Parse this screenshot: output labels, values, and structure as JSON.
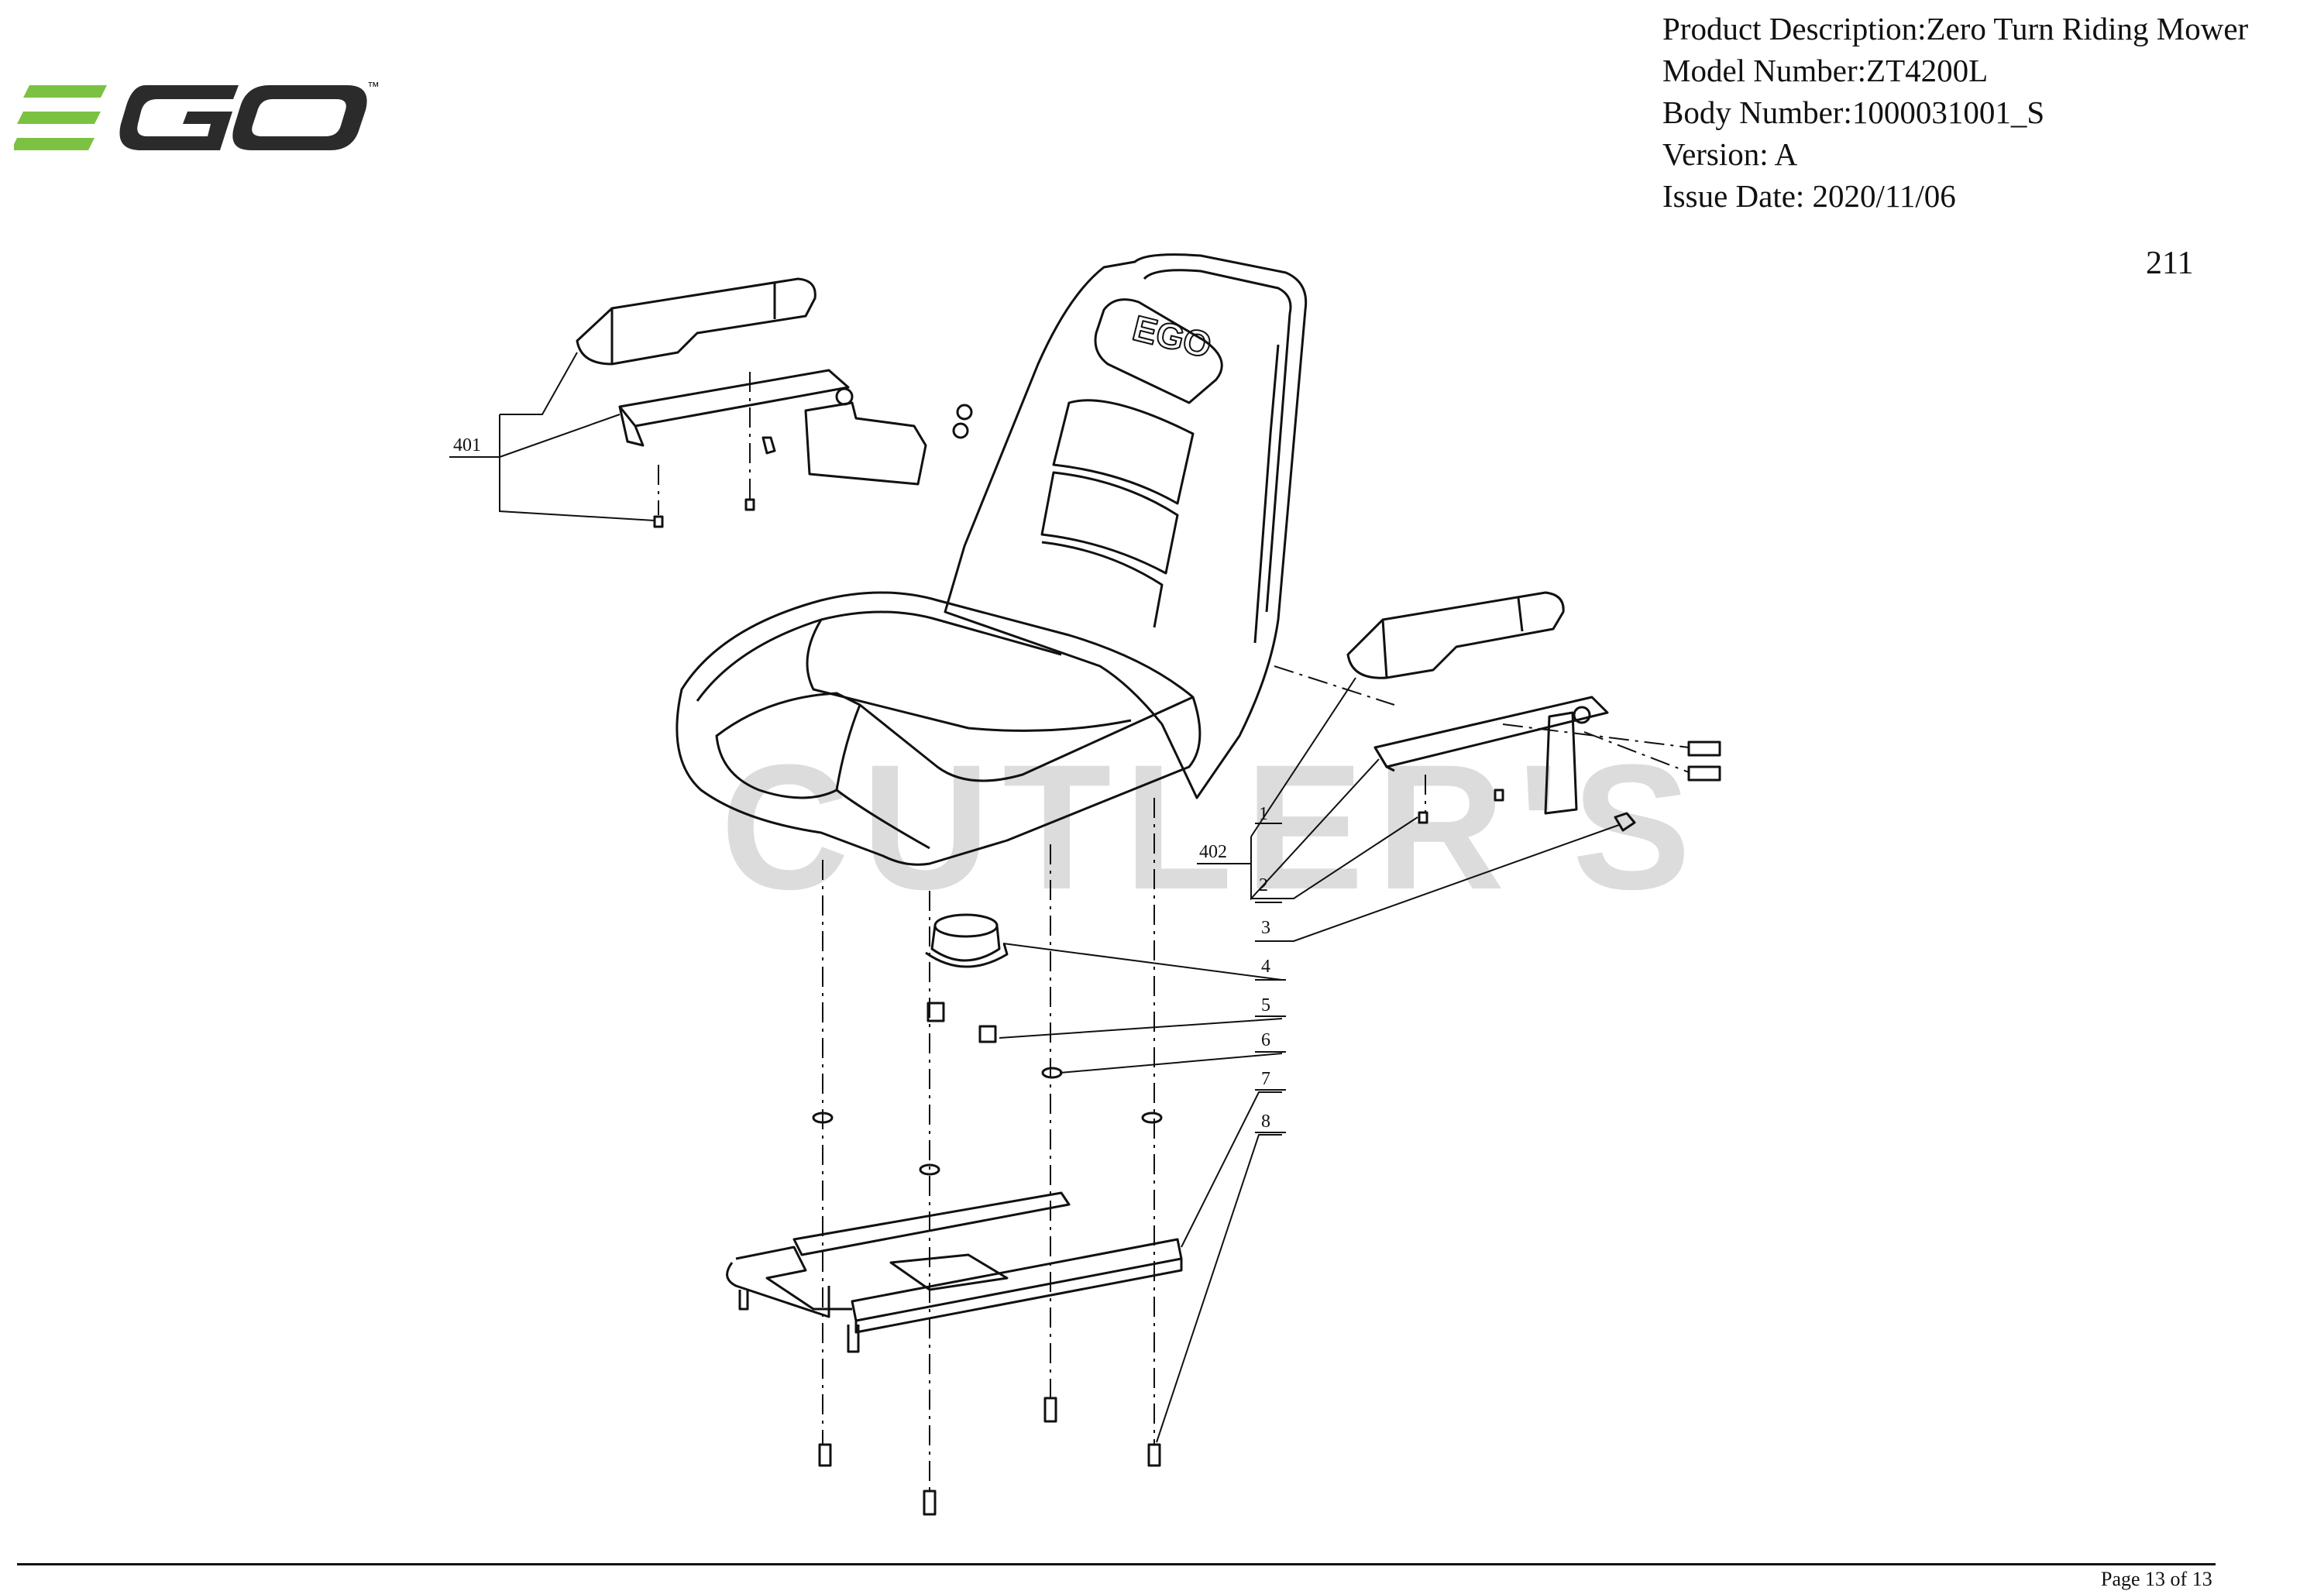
{
  "logo": {
    "text": "EGO",
    "trademark": "™",
    "accent_color": "#7cc242",
    "dark_color": "#2b2b2b"
  },
  "header": {
    "product_description": "Product Description:Zero Turn Riding Mower",
    "model_number": "Model Number:ZT4200L",
    "body_number": "Body Number:1000031001_S",
    "version": "Version: A",
    "issue_date": "Issue Date: 2020/11/06"
  },
  "diagram_code": "211",
  "watermark": "CUTLER'S",
  "callouts": [
    "401",
    "402",
    "1",
    "2",
    "3",
    "4",
    "5",
    "6",
    "7",
    "8"
  ],
  "footer": {
    "page": "Page 13 of 13"
  }
}
